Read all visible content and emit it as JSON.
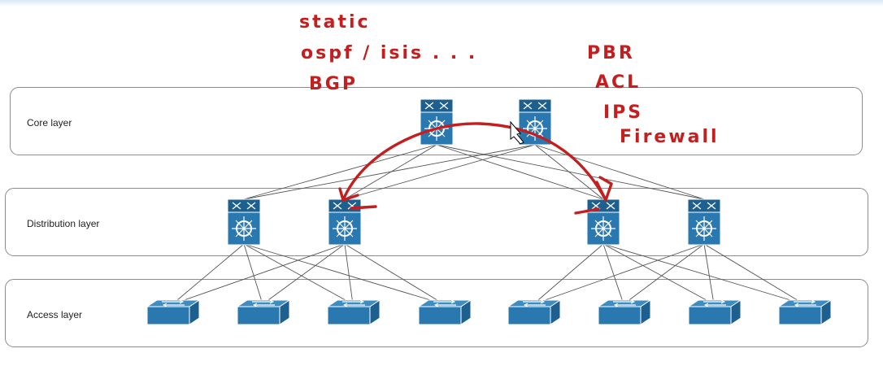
{
  "layers": {
    "core": {
      "label": "Core layer"
    },
    "distribution": {
      "label": "Distribution layer"
    },
    "access": {
      "label": "Access layer"
    }
  },
  "annotations": {
    "left": [
      "static",
      "ospf / isis . . .",
      "BGP"
    ],
    "right": [
      "PBR",
      "ACL",
      "IPS",
      "Firewall"
    ]
  },
  "colors": {
    "device": "#2a78b0",
    "device_dark": "#1d5f8e",
    "ink": "#c41e1e",
    "link": "#555555"
  }
}
